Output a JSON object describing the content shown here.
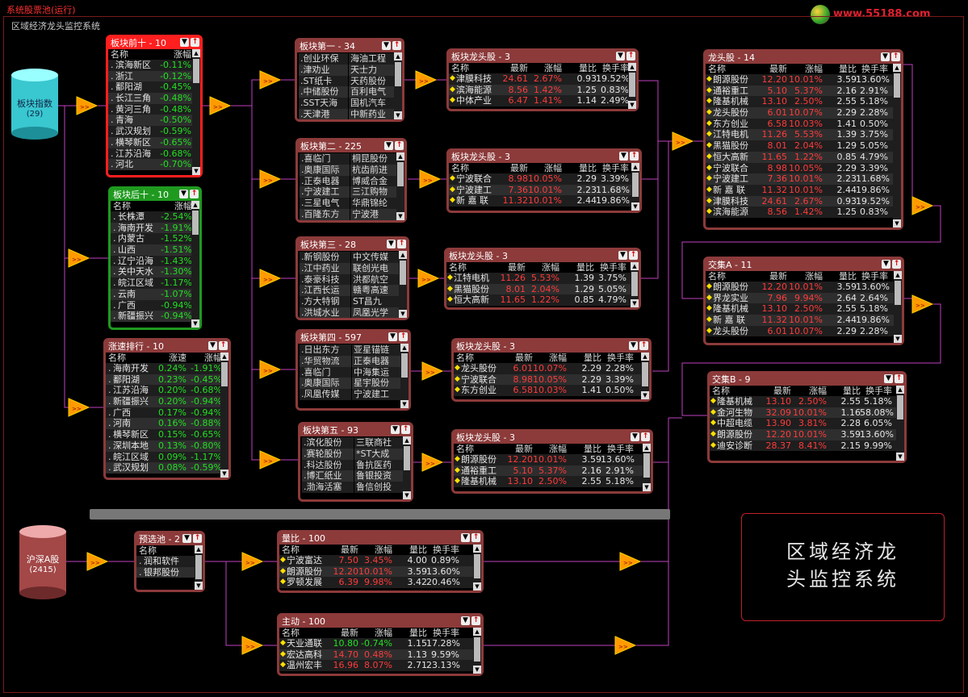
{
  "window": {
    "title": "系统股票池(运行)",
    "subtitle": "区域经济龙头监控系统",
    "logo_text": "www.55188.com"
  },
  "dbs": [
    {
      "id": "db-index",
      "label": "板块指数",
      "count": "(29)"
    },
    {
      "id": "db-hs",
      "label": "沪深A股",
      "count": "(2415)"
    }
  ],
  "sys_box": {
    "line1": "区域经济龙",
    "line2": "头监控系统"
  },
  "panels": {
    "top10": {
      "title": "板块前十 - 10",
      "headers": [
        "名称",
        "涨幅"
      ],
      "rows": [
        [
          "滨海新区",
          "-0.11%"
        ],
        [
          "浙江",
          "-0.12%"
        ],
        [
          "鄱阳湖",
          "-0.45%"
        ],
        [
          "长江三角",
          "-0.48%"
        ],
        [
          "黄河三角",
          "-0.48%"
        ],
        [
          "青海",
          "-0.50%"
        ],
        [
          "武汉规划",
          "-0.59%"
        ],
        [
          "横琴新区",
          "-0.65%"
        ],
        [
          "江苏沿海",
          "-0.68%"
        ],
        [
          "河北",
          "-0.70%"
        ]
      ]
    },
    "bot10": {
      "title": "板块后十 - 10",
      "headers": [
        "名称",
        "涨幅"
      ],
      "rows": [
        [
          "长株潭",
          "-2.54%"
        ],
        [
          "海南开发",
          "-1.91%"
        ],
        [
          "内蒙古",
          "-1.52%"
        ],
        [
          "山西",
          "-1.51%"
        ],
        [
          "辽宁沿海",
          "-1.43%"
        ],
        [
          "关中天水",
          "-1.30%"
        ],
        [
          "皖江区域",
          "-1.17%"
        ],
        [
          "云南",
          "-1.07%"
        ],
        [
          "广西",
          "-0.94%"
        ],
        [
          "新疆振兴",
          "-0.94%"
        ]
      ]
    },
    "speed": {
      "title": "涨速排行 - 10",
      "headers": [
        "名称",
        "涨速",
        "涨幅"
      ],
      "rows": [
        [
          "海南开发",
          "0.24%",
          "-1.91%"
        ],
        [
          "鄱阳湖",
          "0.23%",
          "-0.45%"
        ],
        [
          "江苏沿海",
          "0.20%",
          "-0.68%"
        ],
        [
          "新疆振兴",
          "0.20%",
          "-0.94%"
        ],
        [
          "广西",
          "0.17%",
          "-0.94%"
        ],
        [
          "河南",
          "0.16%",
          "-0.88%"
        ],
        [
          "横琴新区",
          "0.15%",
          "-0.65%"
        ],
        [
          "深圳本地",
          "0.13%",
          "-0.80%"
        ],
        [
          "皖江区域",
          "0.09%",
          "-1.17%"
        ],
        [
          "武汉规划",
          "0.08%",
          "-0.59%"
        ]
      ]
    },
    "sec1": {
      "title": "板块第一 - 34",
      "cells": [
        "创业环保",
        "海油工程",
        "津劝业",
        "天士力",
        "ST纸卡",
        "天药股份",
        "中储股份",
        "百利电气",
        "SST天海",
        "国机汽车",
        "天津港",
        "中新药业"
      ]
    },
    "sec2": {
      "title": "板块第二 - 225",
      "cells": [
        "喜临门",
        "桐昆股份",
        "奥康国际",
        "杭齿前进",
        "正泰电器",
        "博威合金",
        "宁波建工",
        "三江购物",
        "三星电气",
        "华鼎锦纶",
        "百隆东方",
        "宁波港"
      ]
    },
    "sec3": {
      "title": "板块第三 - 28",
      "cells": [
        "新钢股份",
        "中文传媒",
        "江中药业",
        "联创光电",
        "泰豪科技",
        "洪都航空",
        "江西长运",
        "赣粤高速",
        "方大特钢",
        "ST昌九",
        "洪城水业",
        "凤凰光学"
      ]
    },
    "sec4": {
      "title": "板块第四 - 597",
      "cells": [
        "日出东方",
        "亚星锚链",
        "华贸物流",
        "正泰电器",
        "喜临门",
        "中海集运",
        "奥康国际",
        "星宇股份",
        "凤凰传媒",
        "宁波建工"
      ]
    },
    "sec5": {
      "title": "板块第五 - 93",
      "cells": [
        "滨化股份",
        "三联商社",
        "赛轮股份",
        "*ST大成",
        "科达股份",
        "鲁抗医药",
        "博汇纸业",
        "鲁银投资",
        "渤海活塞",
        "鲁信创投"
      ]
    },
    "lead1": {
      "title": "板块龙头股 - 3",
      "headers": [
        "名称",
        "最新",
        "涨幅",
        "量比",
        "换手率"
      ],
      "rows": [
        [
          "津膜科技",
          "24.61",
          "2.67%",
          "0.93",
          "19.52%"
        ],
        [
          "滨海能源",
          "8.56",
          "1.42%",
          "1.25",
          "0.83%"
        ],
        [
          "中体产业",
          "6.47",
          "1.41%",
          "1.14",
          "2.49%"
        ]
      ]
    },
    "lead2": {
      "title": "板块龙头股 - 3",
      "headers": [
        "名称",
        "最新",
        "涨幅",
        "量比",
        "换手率"
      ],
      "rows": [
        [
          "宁波联合",
          "8.98",
          "10.05%",
          "2.29",
          "3.39%"
        ],
        [
          "宁波建工",
          "7.36",
          "10.01%",
          "2.23",
          "11.68%"
        ],
        [
          "新 嘉 联",
          "11.32",
          "10.01%",
          "2.44",
          "19.86%"
        ]
      ]
    },
    "lead3": {
      "title": "板块龙头股 - 3",
      "headers": [
        "名称",
        "最新",
        "涨幅",
        "量比",
        "换手率"
      ],
      "rows": [
        [
          "江特电机",
          "11.26",
          "5.53%",
          "1.39",
          "3.75%"
        ],
        [
          "黑猫股份",
          "8.01",
          "2.04%",
          "1.29",
          "5.05%"
        ],
        [
          "恒大高新",
          "11.65",
          "1.22%",
          "0.85",
          "4.79%"
        ]
      ]
    },
    "lead4": {
      "title": "板块龙头股 - 3",
      "headers": [
        "名称",
        "最新",
        "涨幅",
        "量比",
        "换手率"
      ],
      "rows": [
        [
          "龙头股份",
          "6.01",
          "10.07%",
          "2.29",
          "2.28%"
        ],
        [
          "宁波联合",
          "8.98",
          "10.05%",
          "2.29",
          "3.39%"
        ],
        [
          "东方创业",
          "6.58",
          "10.03%",
          "1.41",
          "0.50%"
        ]
      ]
    },
    "lead5": {
      "title": "板块龙头股 - 3",
      "headers": [
        "名称",
        "最新",
        "涨幅",
        "量比",
        "换手率"
      ],
      "rows": [
        [
          "朗源股份",
          "12.20",
          "10.01%",
          "3.59",
          "13.60%"
        ],
        [
          "通裕重工",
          "5.10",
          "5.37%",
          "2.16",
          "2.91%"
        ],
        [
          "隆基机械",
          "13.10",
          "2.50%",
          "2.55",
          "5.18%"
        ]
      ]
    },
    "dragon": {
      "title": "龙头股 - 14",
      "headers": [
        "名称",
        "最新",
        "涨幅",
        "量比",
        "换手率"
      ],
      "rows": [
        [
          "朗源股份",
          "12.20",
          "10.01%",
          "3.59",
          "13.60%"
        ],
        [
          "通裕重工",
          "5.10",
          "5.37%",
          "2.16",
          "2.91%"
        ],
        [
          "隆基机械",
          "13.10",
          "2.50%",
          "2.55",
          "5.18%"
        ],
        [
          "龙头股份",
          "6.01",
          "10.07%",
          "2.29",
          "2.28%"
        ],
        [
          "东方创业",
          "6.58",
          "10.03%",
          "1.41",
          "0.50%"
        ],
        [
          "江特电机",
          "11.26",
          "5.53%",
          "1.39",
          "3.75%"
        ],
        [
          "黑猫股份",
          "8.01",
          "2.04%",
          "1.29",
          "5.05%"
        ],
        [
          "恒大高新",
          "11.65",
          "1.22%",
          "0.85",
          "4.79%"
        ],
        [
          "宁波联合",
          "8.98",
          "10.05%",
          "2.29",
          "3.39%"
        ],
        [
          "宁波建工",
          "7.36",
          "10.01%",
          "2.23",
          "11.68%"
        ],
        [
          "新 嘉 联",
          "11.32",
          "10.01%",
          "2.44",
          "19.86%"
        ],
        [
          "津膜科技",
          "24.61",
          "2.67%",
          "0.93",
          "19.52%"
        ],
        [
          "滨海能源",
          "8.56",
          "1.42%",
          "1.25",
          "0.83%"
        ]
      ]
    },
    "jiaoA": {
      "title": "交集A - 11",
      "headers": [
        "名称",
        "最新",
        "涨幅",
        "量比",
        "换手率"
      ],
      "rows": [
        [
          "朗源股份",
          "12.20",
          "10.01%",
          "3.59",
          "13.60%"
        ],
        [
          "界龙实业",
          "7.96",
          "9.94%",
          "2.64",
          "2.64%"
        ],
        [
          "隆基机械",
          "13.10",
          "2.50%",
          "2.55",
          "5.18%"
        ],
        [
          "新 嘉 联",
          "11.32",
          "10.01%",
          "2.44",
          "19.86%"
        ],
        [
          "龙头股份",
          "6.01",
          "10.07%",
          "2.29",
          "2.28%"
        ]
      ]
    },
    "jiaoB": {
      "title": "交集B - 9",
      "headers": [
        "名称",
        "最新",
        "涨幅",
        "量比",
        "换手率"
      ],
      "rows": [
        [
          "隆基机械",
          "13.10",
          "2.50%",
          "2.55",
          "5.18%"
        ],
        [
          "金河生物",
          "32.09",
          "10.01%",
          "1.16",
          "58.08%"
        ],
        [
          "中超电缆",
          "13.90",
          "3.81%",
          "2.28",
          "6.05%"
        ],
        [
          "朗源股份",
          "12.20",
          "10.01%",
          "3.59",
          "13.60%"
        ],
        [
          "迪安诊断",
          "28.37",
          "8.41%",
          "2.15",
          "9.99%"
        ]
      ]
    },
    "pre": {
      "title": "预选池 - 2",
      "headers": [
        "名称"
      ],
      "rows": [
        [
          "润和软件"
        ],
        [
          "银邦股份"
        ]
      ]
    },
    "vol": {
      "title": "量比 - 100",
      "headers": [
        "名称",
        "最新",
        "涨幅",
        "量比",
        "换手率"
      ],
      "rows": [
        [
          "宁波富达",
          "7.50",
          "3.45%",
          "4.00",
          "0.89%"
        ],
        [
          "朗源股份",
          "12.20",
          "10.01%",
          "3.59",
          "13.60%"
        ],
        [
          "罗顿发展",
          "6.39",
          "9.98%",
          "3.42",
          "20.46%"
        ]
      ]
    },
    "act": {
      "title": "主动 - 100",
      "headers": [
        "名称",
        "最新",
        "涨幅",
        "量比",
        "换手率"
      ],
      "rows": [
        [
          "天业通联",
          "10.80",
          "-0.74%",
          "1.15",
          "17.28%"
        ],
        [
          "宏达高科",
          "14.70",
          "0.48%",
          "1.13",
          "9.59%"
        ],
        [
          "温州宏丰",
          "16.96",
          "8.07%",
          "2.71",
          "23.13%"
        ]
      ]
    }
  },
  "colors": {
    "panel_border": "#8c3a3a",
    "top_border": "#ff1f1f",
    "bottom_border": "#1f9a1f",
    "wire": "#c040c0",
    "up": "#ff3b3b",
    "down": "#22e022"
  }
}
